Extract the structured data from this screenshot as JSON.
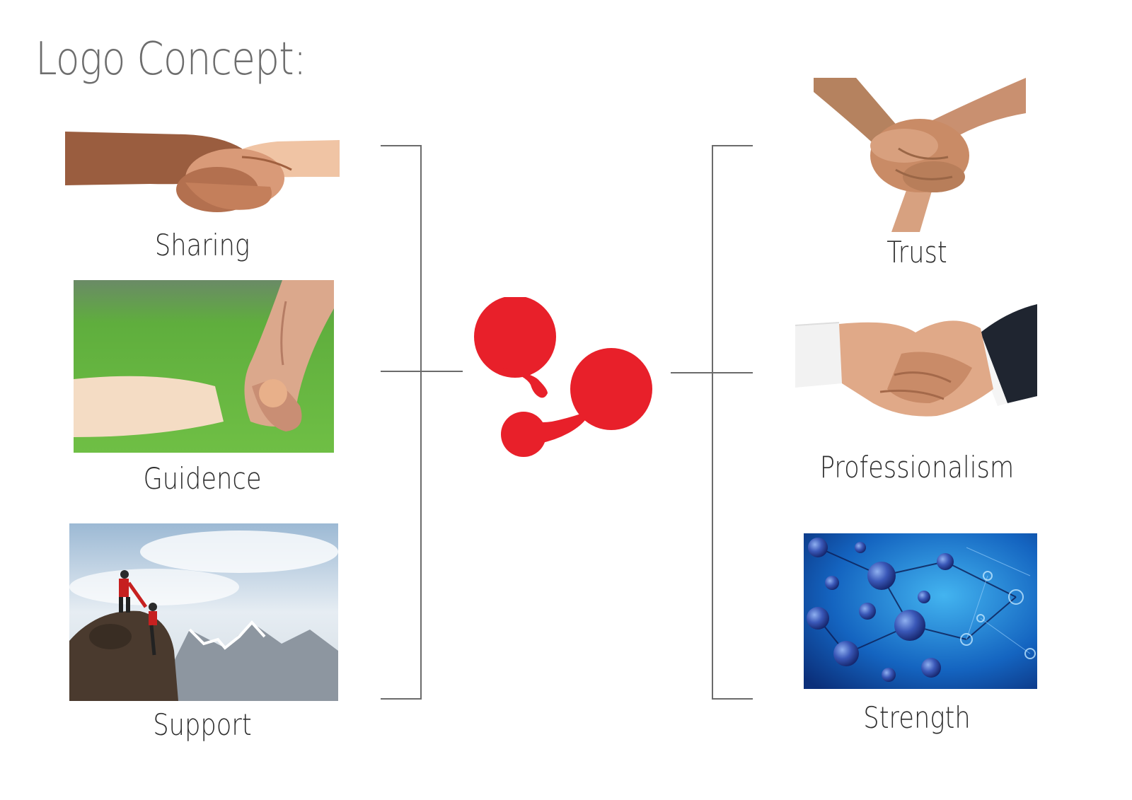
{
  "title": "Logo Concept:",
  "left_column": [
    {
      "label": "Sharing",
      "image": "handshake-photo"
    },
    {
      "label": "Guidence",
      "image": "holding-hands-photo"
    },
    {
      "label": "Support",
      "image": "climbers-photo"
    }
  ],
  "right_column": [
    {
      "label": "Trust",
      "image": "interlocked-arms-photo"
    },
    {
      "label": "Professionalism",
      "image": "business-handshake-photo"
    },
    {
      "label": "Strength",
      "image": "molecules-photo"
    }
  ],
  "colors": {
    "logo_red": "#e8202a",
    "bracket": "#6b6b6b",
    "title": "#6d6d6d",
    "label": "#2e2e2e"
  },
  "logo": {
    "icon": "red-blob-logo-icon"
  }
}
